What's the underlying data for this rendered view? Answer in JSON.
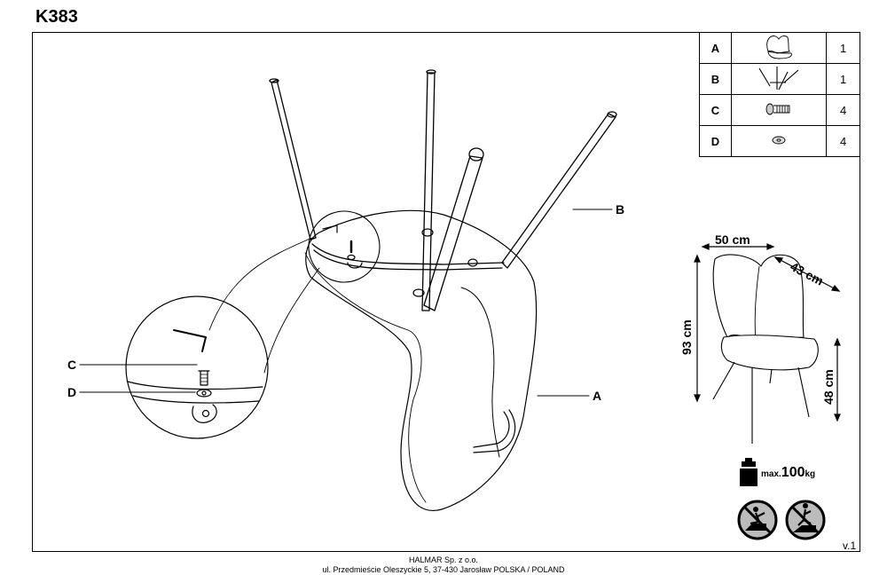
{
  "model": "K383",
  "parts": [
    {
      "letter": "A",
      "icon": "seat-icon",
      "qty": "1"
    },
    {
      "letter": "B",
      "icon": "legs-frame-icon",
      "qty": "1"
    },
    {
      "letter": "C",
      "icon": "screw-icon",
      "qty": "4"
    },
    {
      "letter": "D",
      "icon": "washer-icon",
      "qty": "4"
    }
  ],
  "callouts": {
    "a": "A",
    "b": "B",
    "c": "C",
    "d": "D"
  },
  "dimensions": {
    "width": "50 cm",
    "depth": "43 cm",
    "height": "93 cm",
    "seat_height": "48 cm"
  },
  "max_load": {
    "prefix": "max.",
    "value": "100",
    "unit": "kg"
  },
  "warnings": [
    "no-standing-on-seat-icon",
    "no-climbing-icon"
  ],
  "version": "v.1",
  "footer": {
    "company": "HALMAR Sp. z o.o.",
    "address": "ul. Przedmieście Oleszyckie 5, 37-430 Jarosław POLSKA / POLAND"
  }
}
